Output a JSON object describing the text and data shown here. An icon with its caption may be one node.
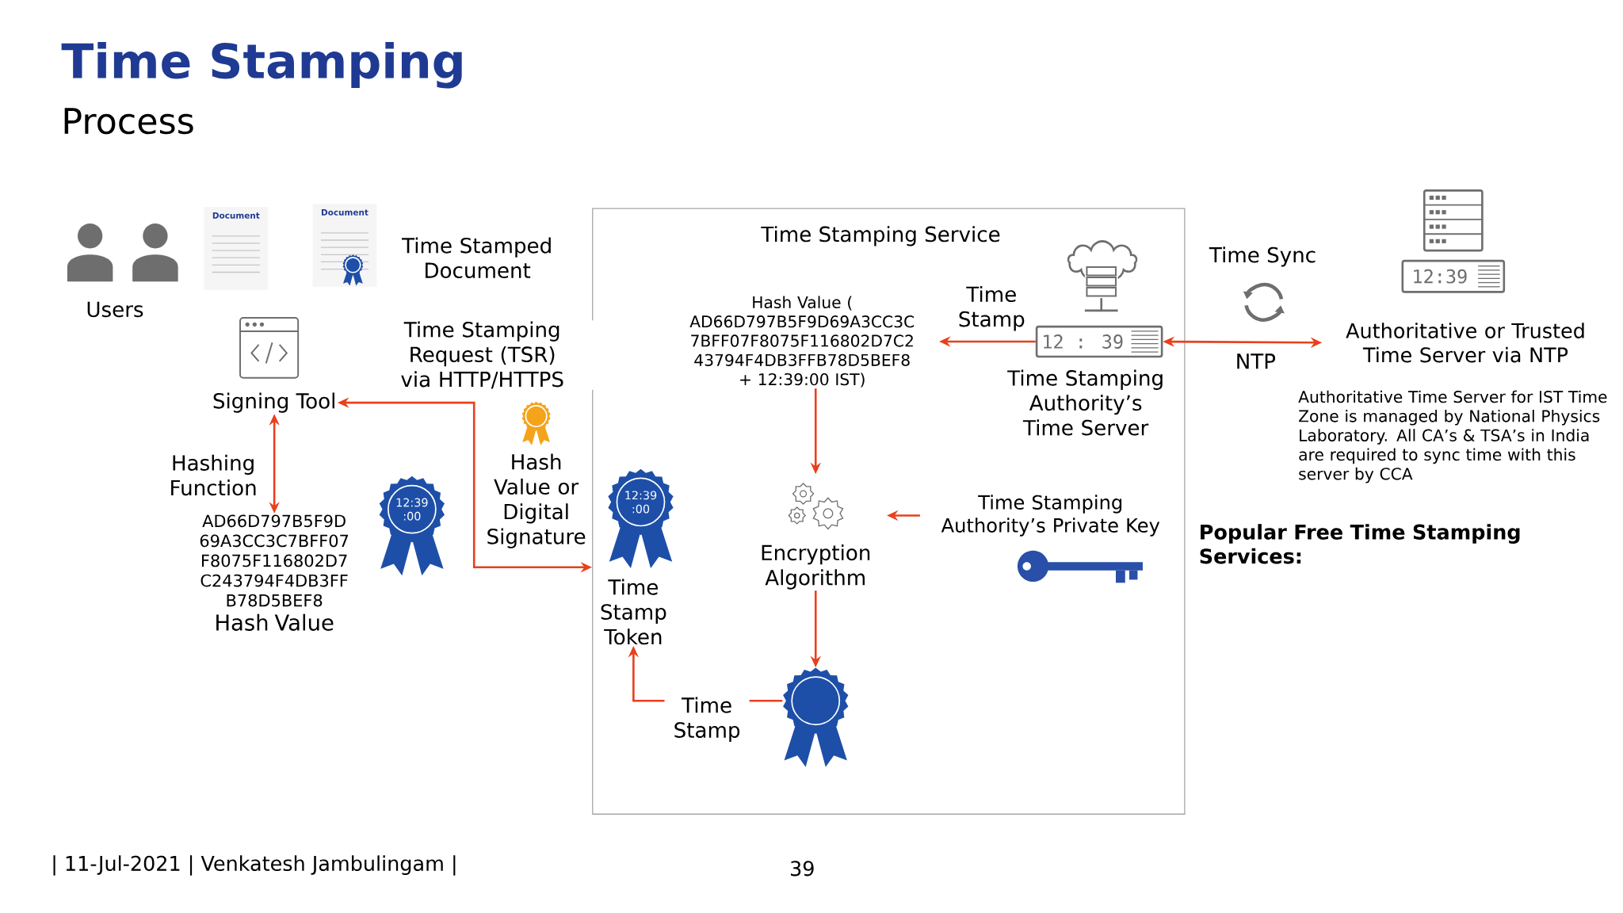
{
  "diagram": {
    "title": "Time Stamping",
    "nodes": [
      {
        "text": [
          "Users"
        ]
      },
      {
        "text": [
          "Document"
        ]
      },
      {
        "text": [
          "Document"
        ],
        "beside": [
          "Time Stamped Document"
        ]
      },
      {
        "text": [
          "Signing Tool"
        ]
      },
      {
        "text": [
          "AD66D797B5F9D 69A3CC3C7BFF07 F8075F116802D7 C243794F4DB3FF B78D5BEF8",
          "Hash Value"
        ]
      },
      {
        "text": [
          "12:39 :00"
        ]
      },
      {
        "text": [
          "Hash Value or Digital Signature"
        ]
      },
      {
        "text": [
          "Time Stamping Service"
        ]
      },
      {
        "text": [
          "Hash Value ( AD66D797B5F9D69A3CC3C 7BFF07F8075F116802D7C2 43794F4DB3FFB78D5BEF8 + 12:39:00 IST)"
        ],
        "in": 7
      },
      {
        "text": [
          "12:39 :00",
          "Time Stamp Token"
        ],
        "in": 7
      },
      {
        "text": [
          "12 : 39",
          "Time Stamping Authority’s Time Server"
        ],
        "in": 7
      },
      {
        "text": [
          "Encryption Algorithm"
        ],
        "in": 7
      },
      {
        "text": [
          "Time Stamping Authority’s Private Key"
        ],
        "in": 7
      },
      {
        "text": [],
        "shape": "picture",
        "in": 7
      },
      {
        "text": [
          "12:39",
          "Authoritative or Trusted Time Server via NTP"
        ]
      }
    ],
    "edges": [
      {
        "from": 3,
        "to": 7,
        "arrow": "both",
        "label": "Time Stamping Request (TSR) via HTTP/HTTPS"
      },
      {
        "from": 3,
        "to": 4,
        "arrow": "both",
        "label": "Hashing Function"
      },
      {
        "from": 10,
        "to": 8,
        "arrow": "to",
        "label": "Time Stamp"
      },
      {
        "from": 8,
        "to": 11,
        "arrow": "to"
      },
      {
        "from": 12,
        "to": 11,
        "arrow": "to"
      },
      {
        "from": 11,
        "to": 13,
        "arrow": "to"
      },
      {
        "from": 13,
        "to": 9,
        "arrow": "to",
        "label": "Time Stamp"
      },
      {
        "from": 10,
        "to": 14,
        "arrow": "both",
        "label": "Time Sync"
      }
    ],
    "labels": [
      "Process",
      "NTP",
      "Authoritative Time Server for IST Time Zone is managed by National Physics Laboratory. All CA’s & TSA’s in India are required to sync time with this server by CCA",
      "Popular Free Time Stamping Services:",
      "| 11-Jul-2021 | Venkatesh Jambulingam |",
      "39"
    ]
  }
}
